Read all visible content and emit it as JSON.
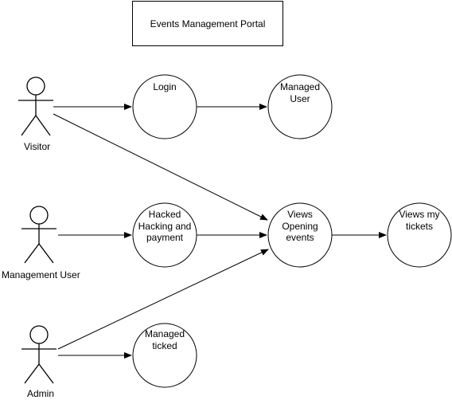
{
  "title": "Events Management Portal",
  "actors": [
    {
      "id": "visitor",
      "label": "Visitor"
    },
    {
      "id": "management_user",
      "label": "Management User"
    },
    {
      "id": "admin",
      "label": "Admin"
    }
  ],
  "use_cases": [
    {
      "id": "login",
      "label": "Login"
    },
    {
      "id": "managed_user",
      "label": "Managed\nUser"
    },
    {
      "id": "hacked_payment",
      "label": "Hacked\nHacking and\npayment"
    },
    {
      "id": "views_opening",
      "label": "Views\nOpening\nevents"
    },
    {
      "id": "views_tickets",
      "label": "Views my\ntickets"
    },
    {
      "id": "managed_ticked",
      "label": "Managed\nticked"
    }
  ],
  "associations": [
    {
      "from": "visitor",
      "to": "login"
    },
    {
      "from": "login",
      "to": "managed_user"
    },
    {
      "from": "visitor",
      "to": "views_opening"
    },
    {
      "from": "management_user",
      "to": "hacked_payment"
    },
    {
      "from": "hacked_payment",
      "to": "views_opening"
    },
    {
      "from": "views_opening",
      "to": "views_tickets"
    },
    {
      "from": "admin",
      "to": "views_opening"
    },
    {
      "from": "admin",
      "to": "managed_ticked"
    }
  ]
}
